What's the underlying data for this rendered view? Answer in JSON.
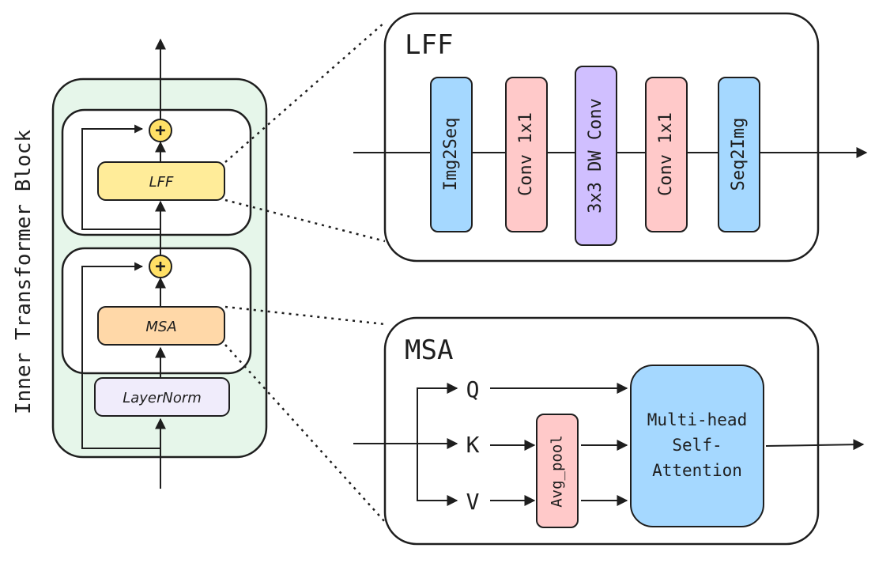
{
  "side_label": "Inner Transformer Block",
  "block": {
    "lff_label": "LFF",
    "msa_label": "MSA",
    "layernorm_label": "LayerNorm",
    "add_symbol": "+"
  },
  "lff_panel": {
    "title": "LFF",
    "steps": [
      "Img2Seq",
      "Conv 1x1",
      "3x3 DW Conv",
      "Conv 1x1",
      "Seq2Img"
    ]
  },
  "msa_panel": {
    "title": "MSA",
    "inputs": [
      "Q",
      "K",
      "V"
    ],
    "pool_label": "Avg_pool",
    "attention_lines": [
      "Multi-head",
      "Self-",
      "Attention"
    ]
  },
  "colors": {
    "block_fill": "#e6f6ea",
    "lff_fill": "#ffec99",
    "msa_fill": "#ffd8a8",
    "layernorm_fill": "#f0ecfb",
    "add_fill": "#ffe066",
    "blue_fill": "#a5d8ff",
    "pink_fill": "#ffc9c9",
    "purple_fill": "#d0bfff"
  }
}
